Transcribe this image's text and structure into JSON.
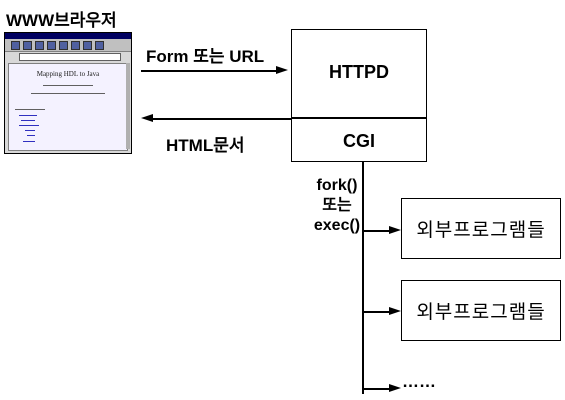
{
  "browser": {
    "title": "WWW브라우저",
    "screen_heading": "Mapping HDL to Java"
  },
  "arrows": {
    "request_label": "Form 또는 URL",
    "response_label": "HTML문서"
  },
  "server": {
    "httpd_label": "HTTPD",
    "cgi_label": "CGI"
  },
  "spawn": {
    "lines": [
      "fork()",
      "또는",
      "exec()"
    ],
    "programs": [
      "외부프로그램들",
      "외부프로그램들"
    ],
    "ellipsis": "……"
  }
}
